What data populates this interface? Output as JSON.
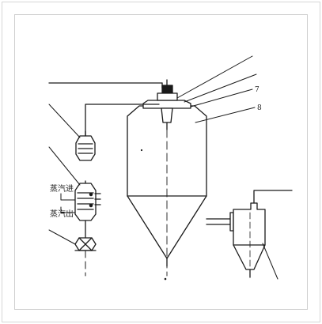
{
  "diagram": {
    "labels": {
      "callout_7": "7",
      "callout_8": "8",
      "steam_in": "蒸汽进",
      "steam_out": "蒸汽出"
    }
  }
}
